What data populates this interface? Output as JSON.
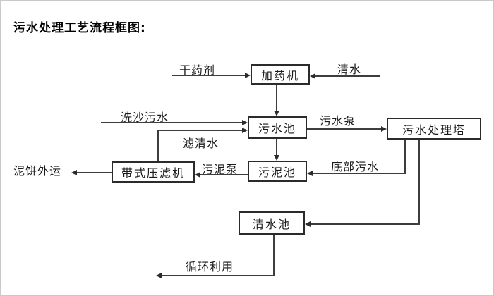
{
  "title": "污水处理工艺流程框图:",
  "nodes": {
    "dosing_machine": "加药机",
    "sewage_pool": "污水池",
    "treatment_tower": "污水处理塔",
    "belt_filter_press": "带式压滤机",
    "sludge_pool": "污泥池",
    "clean_water_pool": "清水池"
  },
  "labels": {
    "dry_chemical": "干药剂",
    "clean_water": "清水",
    "sand_wash_sewage": "洗沙污水",
    "filtered_water": "滤清水",
    "sewage_pump": "污水泵",
    "sludge_pump": "污泥泵",
    "bottom_sewage": "底部污水",
    "mud_cake_out": "泥饼外运",
    "recycle_use": "循环利用"
  },
  "colors": {
    "line": "#3d3d3d",
    "box_border": "#2b2b2b",
    "text": "#1a1a1a",
    "background": "#ffffff"
  }
}
